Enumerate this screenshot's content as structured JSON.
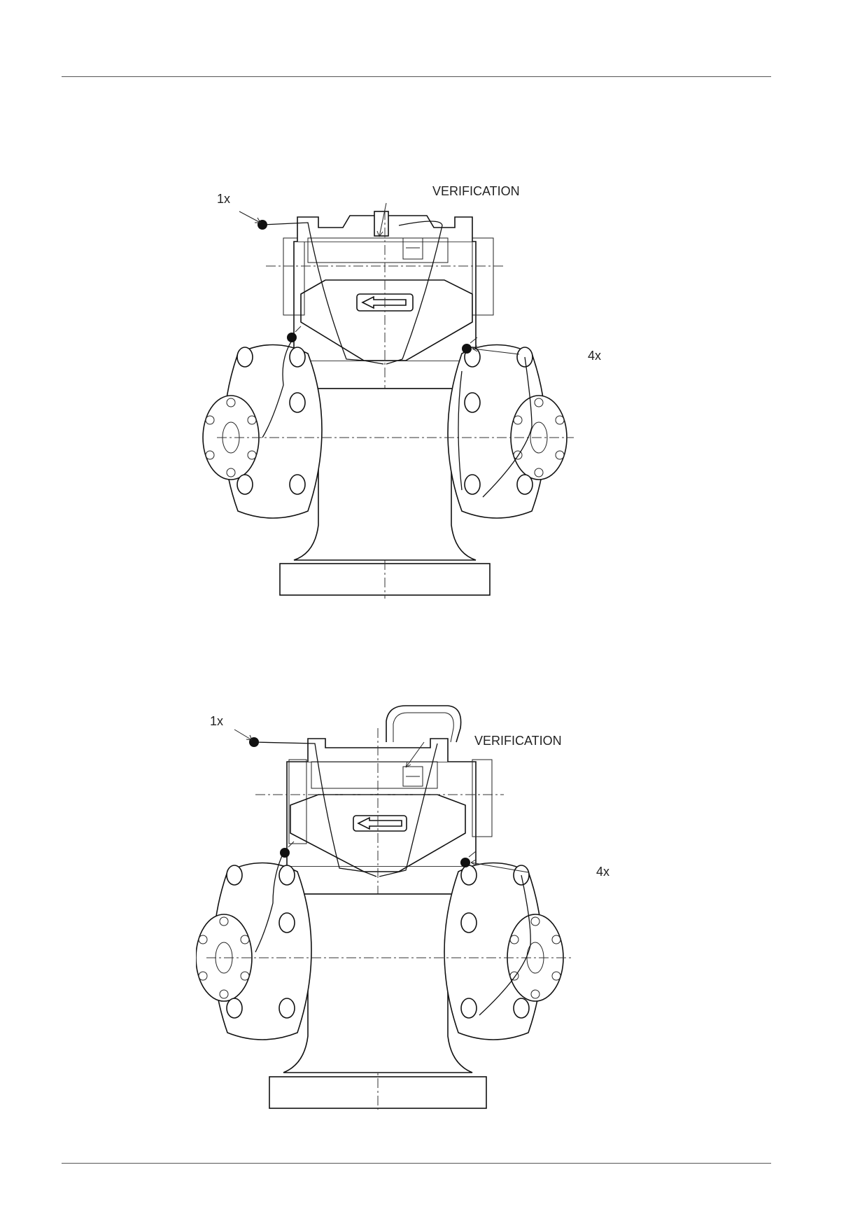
{
  "figures": [
    {
      "label_seal_top": "1x",
      "label_verification": "VERIFICATION",
      "label_seal_side": "4x"
    },
    {
      "label_seal_top": "1x",
      "label_verification": "VERIFICATION",
      "label_seal_side": "4x"
    }
  ]
}
